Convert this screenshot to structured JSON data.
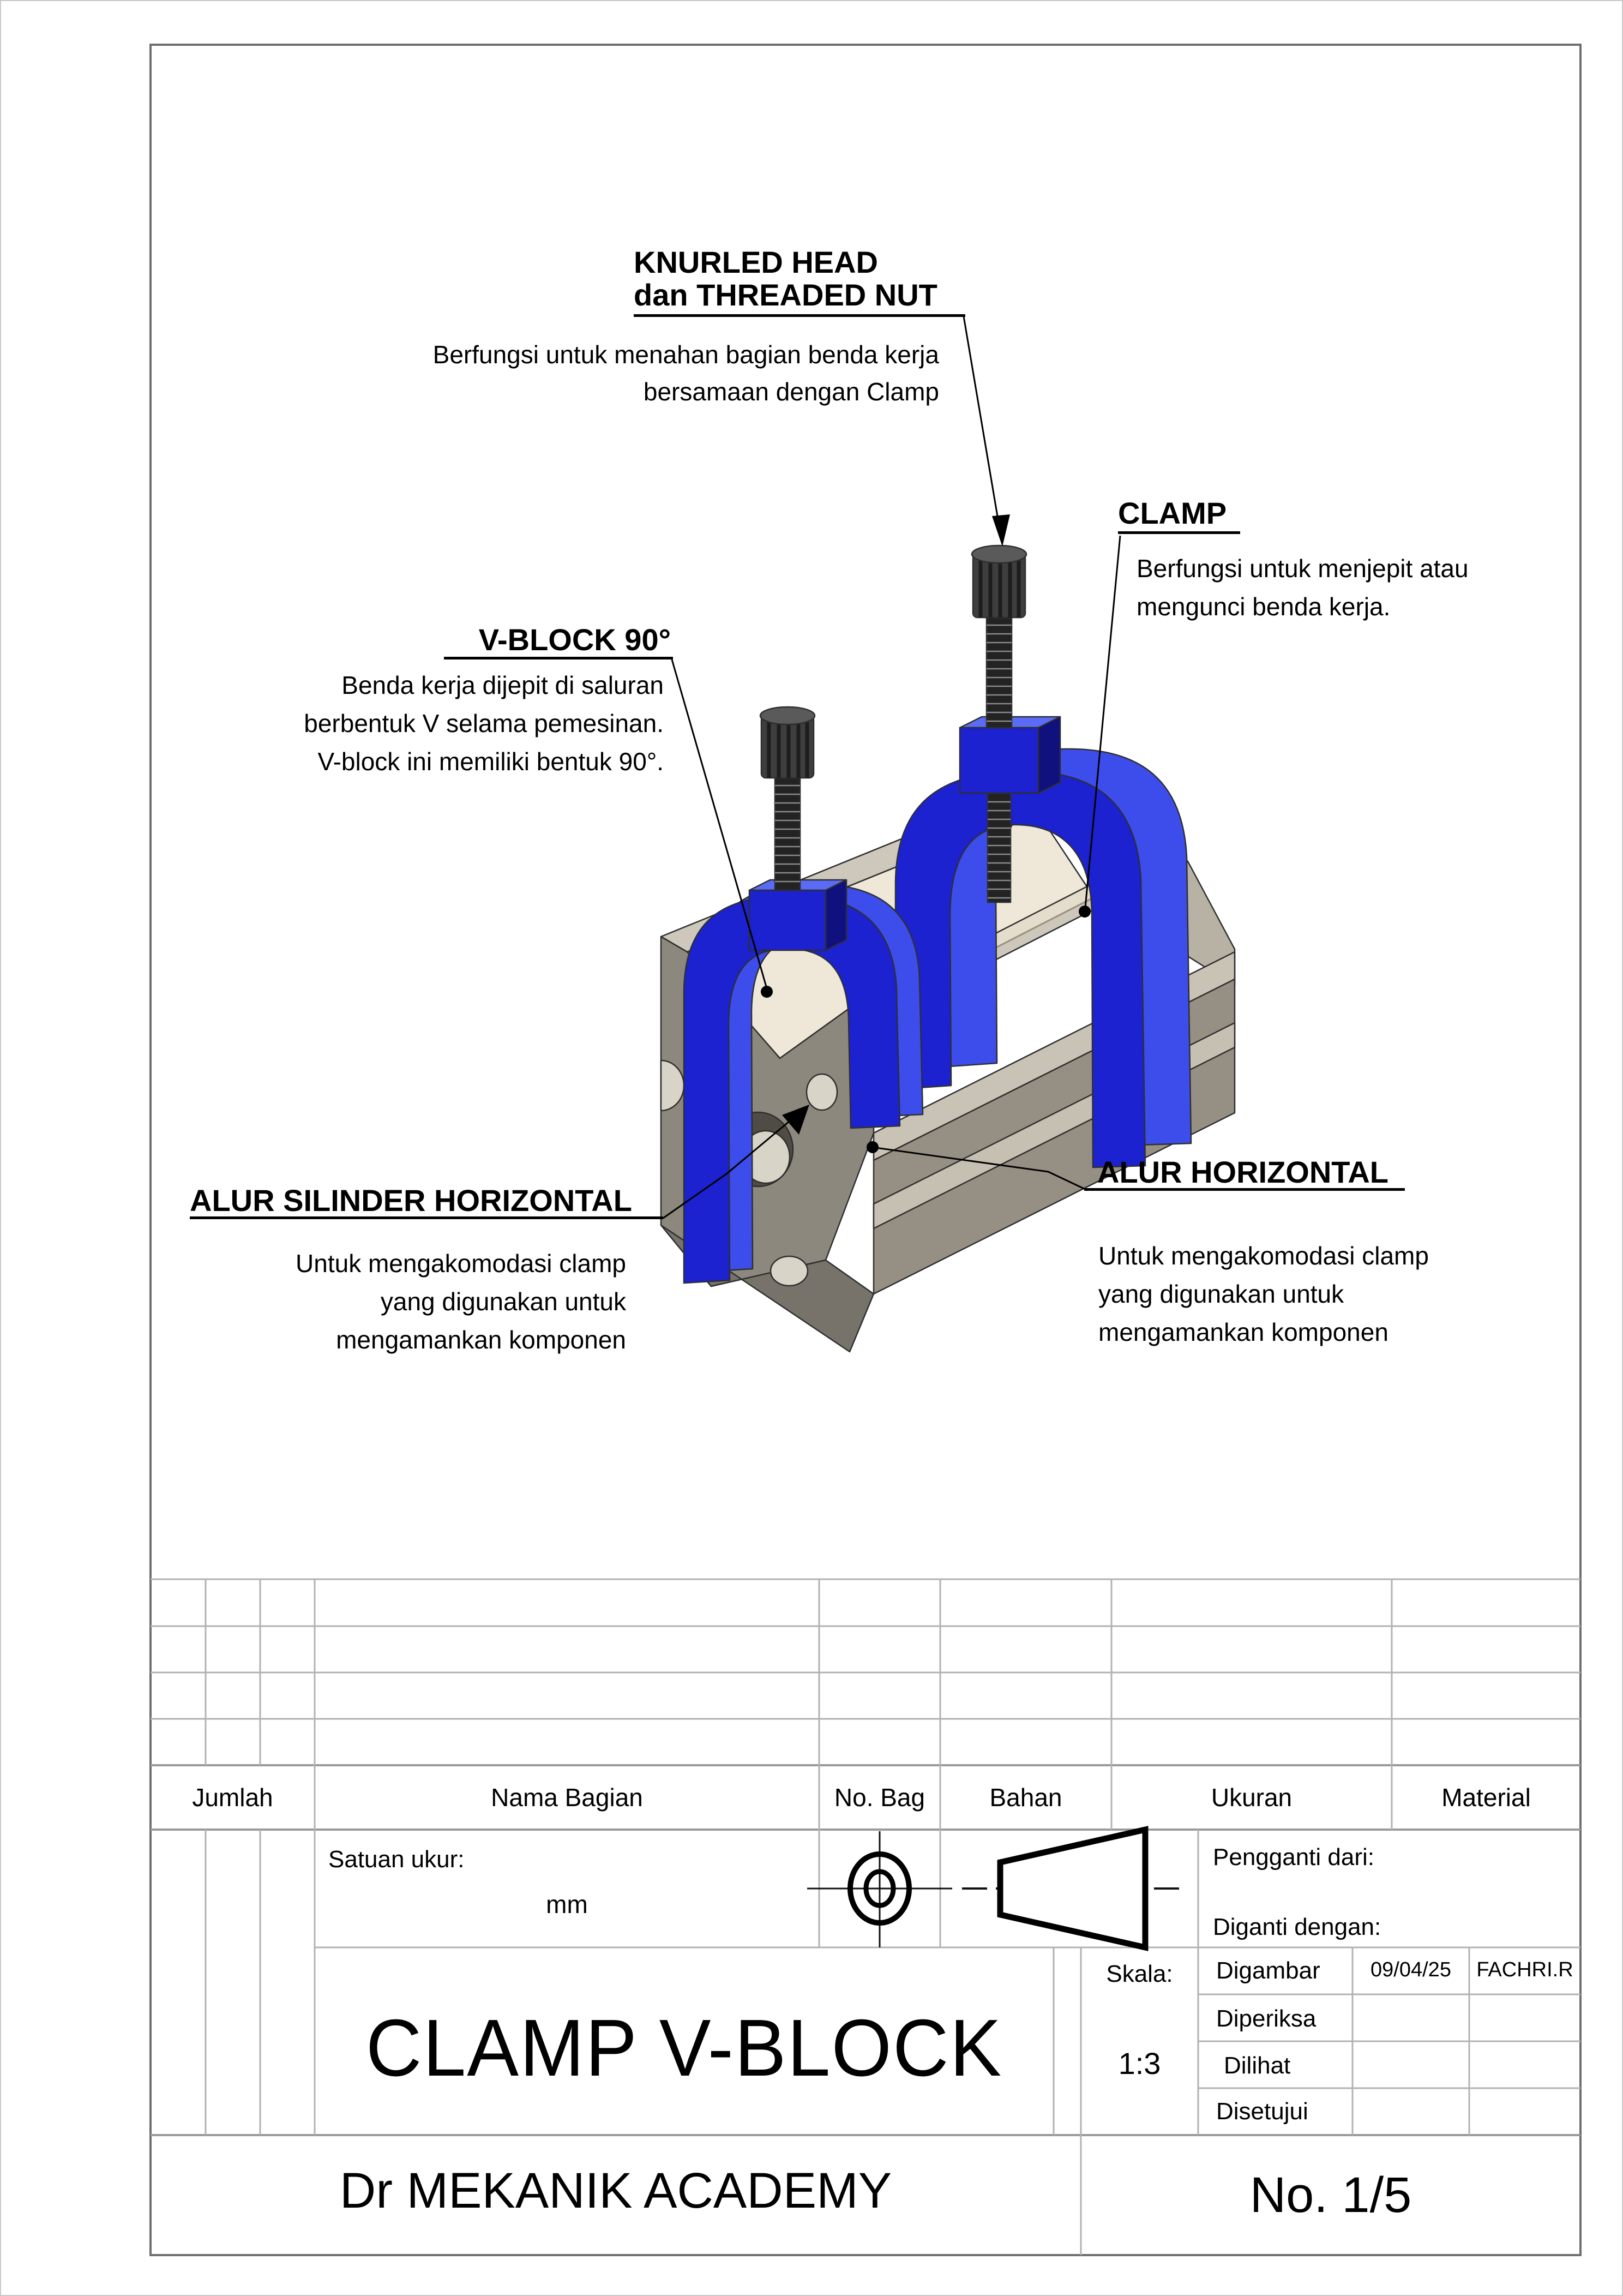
{
  "colors": {
    "clamp_blue": "#1c22cf",
    "clamp_blue_light": "#3c4deb",
    "clamp_blue_dark": "#10107e",
    "clamp_blue_top": "#5a6cf5",
    "body_gray": "#8d887d",
    "body_gray_light": "#cdc8bb",
    "base_gray": "#968f83",
    "base_lip": "#c9c3b6",
    "groove_light": "#c6c0b2",
    "base_front": "#77726a",
    "cream": "#efe8d8",
    "cream_dark": "#e4ddcb",
    "far_fill": "#b8b2a5",
    "hole_dark": "#504c45",
    "hole_inner": "#d9d4c8",
    "screw_body": "#3e3e3e",
    "screw_top": "#5a5a5a",
    "thread_dark": "#232323",
    "line_gray": "#b2b2b2",
    "frame_gray": "#6e6e6e"
  },
  "callouts": {
    "knurled": {
      "title_line1": "KNURLED HEAD",
      "title_line2": "dan THREADED NUT",
      "desc_line1": "Berfungsi untuk menahan bagian benda kerja",
      "desc_line2": "bersamaan dengan Clamp"
    },
    "clamp": {
      "title": "CLAMP",
      "desc_line1": "Berfungsi untuk menjepit atau",
      "desc_line2": "mengunci benda kerja."
    },
    "vblock": {
      "title": "V-BLOCK 90°",
      "desc_line1": "Benda kerja dijepit di saluran",
      "desc_line2": "berbentuk V selama pemesinan.",
      "desc_line3": "V-block ini memiliki bentuk 90°."
    },
    "alur_silinder": {
      "title": "ALUR SILINDER HORIZONTAL",
      "desc_line1": "Untuk mengakomodasi clamp",
      "desc_line2": "yang digunakan untuk",
      "desc_line3": "mengamankan komponen"
    },
    "alur_horizontal": {
      "title": "ALUR HORIZONTAL",
      "desc_line1": "Untuk mengakomodasi clamp",
      "desc_line2": "yang digunakan untuk",
      "desc_line3": "mengamankan komponen"
    }
  },
  "title_block": {
    "headers": {
      "jumlah": "Jumlah",
      "nama_bagian": "Nama Bagian",
      "no_bag": "No. Bag",
      "bahan": "Bahan",
      "ukuran": "Ukuran",
      "material": "Material"
    },
    "satuan_ukur_label": "Satuan ukur:",
    "satuan_ukur_value": "mm",
    "pengganti_dari": "Pengganti dari:",
    "diganti_dengan": "Diganti dengan:",
    "skala_label": "Skala:",
    "skala_value": "1:3",
    "rows": {
      "digambar": "Digambar",
      "diperiksa": "Diperiksa",
      "dilihat": "Dilihat",
      "disetujui": "Disetujui"
    },
    "digambar_date": "09/04/25",
    "digambar_name": "FACHRI.R",
    "drawing_title": "CLAMP V-BLOCK",
    "company": "Dr MEKANIK ACADEMY",
    "sheet_no": "No. 1/5"
  }
}
